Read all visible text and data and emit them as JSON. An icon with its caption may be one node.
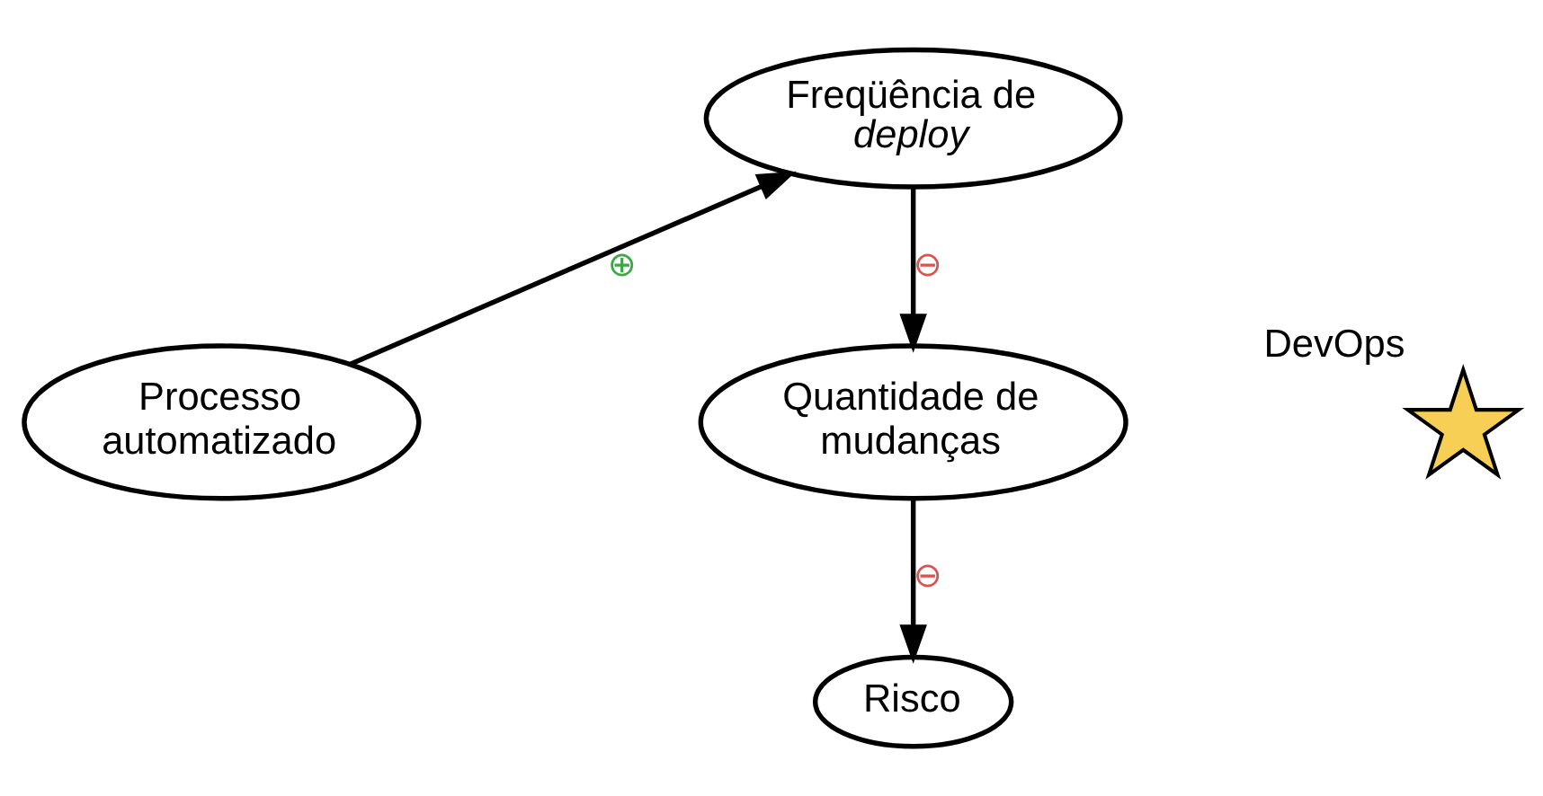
{
  "diagram": {
    "nodes": [
      {
        "text": [
          "Processo automatizado"
        ]
      },
      {
        "text": [
          "Freqüência de *deploy*"
        ]
      },
      {
        "text": [
          "Quantidade de mudanças"
        ]
      },
      {
        "text": [
          "Risco"
        ]
      },
      {
        "text": [],
        "shape": "star",
        "beside": [
          "DevOps"
        ]
      }
    ],
    "edges": [
      {
        "from": 0,
        "to": 1,
        "arrow": "to",
        "label": "⊕"
      },
      {
        "from": 1,
        "to": 2,
        "arrow": "to",
        "label": "⊖"
      },
      {
        "from": 2,
        "to": 3,
        "arrow": "to",
        "label": "⊖"
      }
    ]
  }
}
